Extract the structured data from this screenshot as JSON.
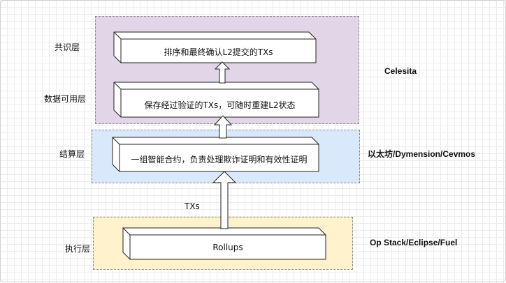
{
  "layers": [
    {
      "name": "共识层",
      "box_text": "排序和最终确认L2提交的TXs"
    },
    {
      "name": "数据可用层",
      "box_text": "保存经过验证的TXs，可随时重建L2状态"
    },
    {
      "name": "结算层",
      "box_text": "一组智能合约，负责处理欺诈证明和有效性证明"
    },
    {
      "name": "执行层",
      "box_text": "Rollups"
    }
  ],
  "providers": {
    "purple": "Celesita",
    "blue": "以太坊/Dymension/Cevmos",
    "yellow": "Op Stack/Eclipse/Fuel"
  },
  "arrow_label": "TXs",
  "colors": {
    "purple_zone": "#e1d5e7",
    "blue_zone": "#dae8fc",
    "yellow_zone": "#fff2cc"
  }
}
